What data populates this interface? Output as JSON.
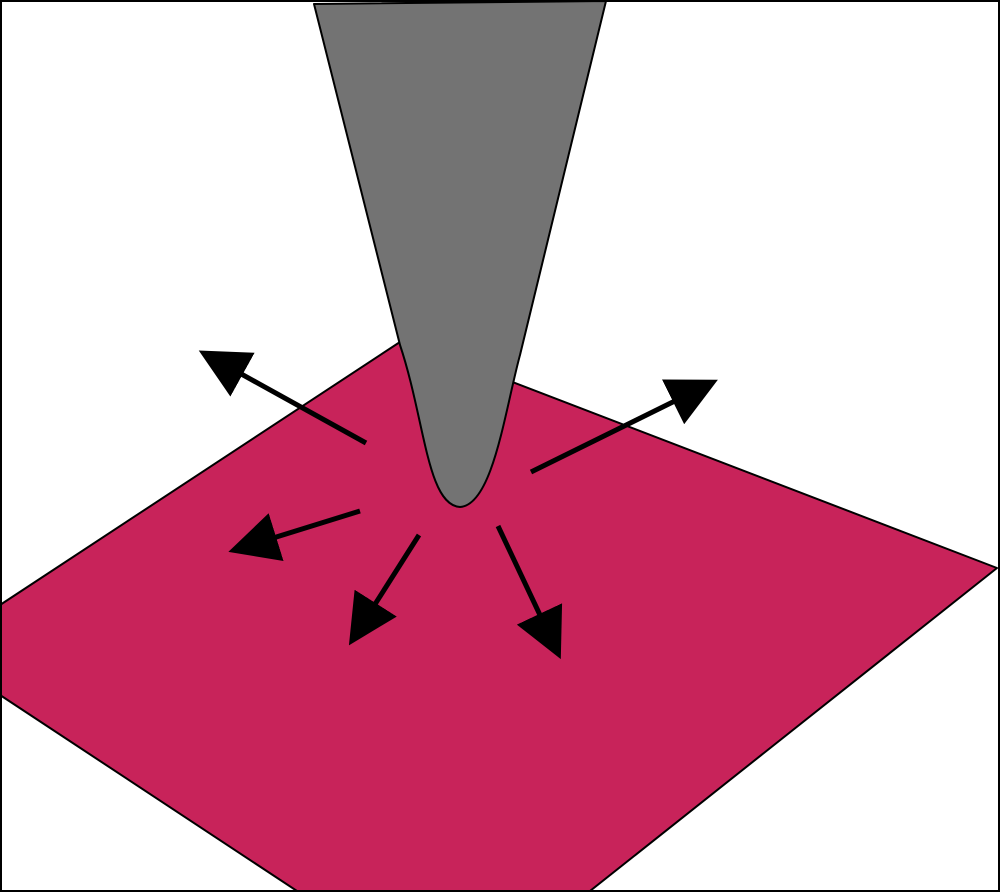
{
  "diagram": {
    "colors": {
      "background": "#ffffff",
      "frame": "#000000",
      "surface": "#c8235a",
      "tip": "#737373",
      "outline": "#000000",
      "arrow": "#000000"
    },
    "elements": {
      "surface": "substrate-plane",
      "tip": "probe-tip",
      "arrows": [
        "arrow-upper-left",
        "arrow-upper-right",
        "arrow-left",
        "arrow-lower-left",
        "arrow-lower-right"
      ]
    }
  }
}
